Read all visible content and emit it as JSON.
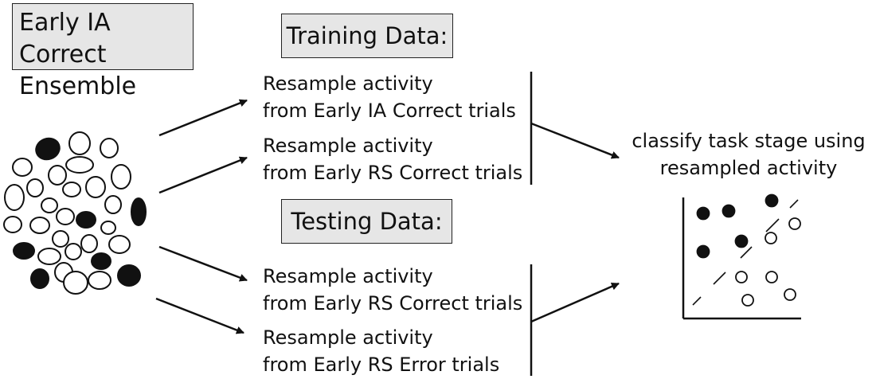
{
  "ensemble": {
    "line1": "Early IA Correct",
    "line2": "Ensemble"
  },
  "training": {
    "header": "Training Data:",
    "items": [
      {
        "line1": "Resample activity",
        "line2": "from Early IA Correct trials"
      },
      {
        "line1": "Resample activity",
        "line2": "from Early RS Correct trials"
      }
    ]
  },
  "testing": {
    "header": "Testing Data:",
    "items": [
      {
        "line1": "Resample activity",
        "line2": "from Early RS Correct trials"
      },
      {
        "line1": "Resample activity",
        "line2": "from Early RS Error trials"
      }
    ]
  },
  "classifier": {
    "line1": "classify task stage using",
    "line2": "resampled activity"
  },
  "colors": {
    "stroke": "#111111",
    "box_fill": "#e6e6e6",
    "filled_neuron": "#111111",
    "empty_neuron": "#ffffff"
  }
}
